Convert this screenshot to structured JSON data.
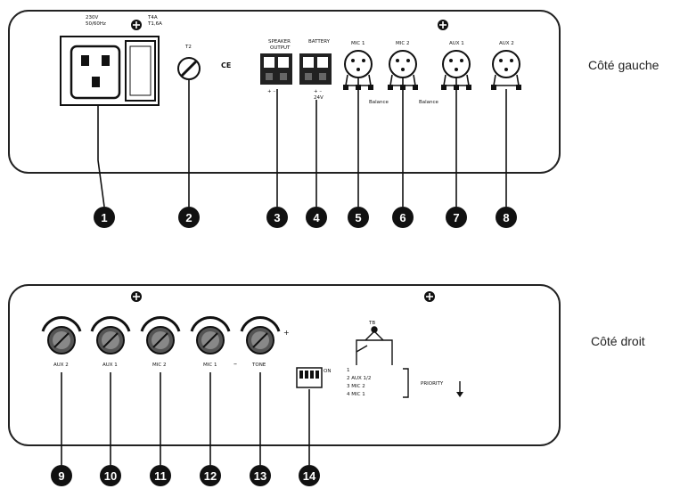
{
  "left_panel": {
    "side_label": "Côté gauche",
    "power_labels": [
      "230V",
      "50/60Hz",
      "T4A",
      "T1,6A"
    ],
    "ground_label": "",
    "ce_mark": "CE",
    "fuse_label": "",
    "speaker_label": "SPEAKER",
    "speaker_sub": "OUTPUT",
    "battery_label": "BATTERY",
    "mic1": "MIC 1",
    "mic2": "MIC 2",
    "aux1": "AUX 1",
    "aux2": "AUX 2",
    "balance_labels": [
      "Balance",
      "Balance"
    ],
    "numbers": [
      "1",
      "2",
      "3",
      "4",
      "5",
      "6",
      "7",
      "8"
    ]
  },
  "right_panel": {
    "side_label": "Côté droit",
    "knobs": [
      "AUX 2",
      "AUX 1",
      "MIC 2",
      "MIC 1",
      "TONE"
    ],
    "minus": "–",
    "plus": "+",
    "dip_on": "ON",
    "priority_list": [
      "1",
      "2 AUX 1/2",
      "3 MIC 2",
      "4 MIC 1"
    ],
    "priority_label": "PRIORITY",
    "numbers": [
      "9",
      "10",
      "11",
      "12",
      "13",
      "14"
    ]
  }
}
